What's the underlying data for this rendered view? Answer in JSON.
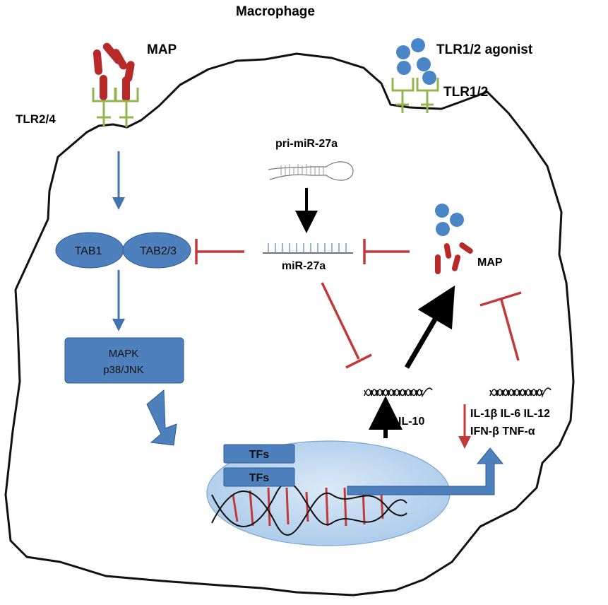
{
  "title": "Macrophage",
  "labels": {
    "map_top": "MAP",
    "tlr24": "TLR2/4",
    "tlr12_agonist": "TLR1/2 agonist",
    "tlr12": "TLR1/2",
    "pri_mir": "pri-miR-27a",
    "mir": "miR-27a",
    "tab1": "TAB1",
    "tab23": "TAB2/3",
    "mapk_line1": "MAPK",
    "mapk_line2": "p38/JNK",
    "map_mid": "MAP",
    "il10": "IL-10",
    "cytokines_line1": "IL-1β IL-6 IL-12",
    "cytokines_line2": "IFN-β TNF-α",
    "tfs_1": "TFs",
    "tfs_2": "TFs"
  },
  "colors": {
    "membrane": "#111111",
    "pathway_blue": "#4573b0",
    "node_blue": "#4e80bd",
    "inhibit_red": "#c0393b",
    "bacteria_red": "#b82a2a",
    "receptor_green": "#93b54d",
    "agonist_blue": "#4a86c6",
    "nucleus_fill": "#bcd6ef"
  }
}
